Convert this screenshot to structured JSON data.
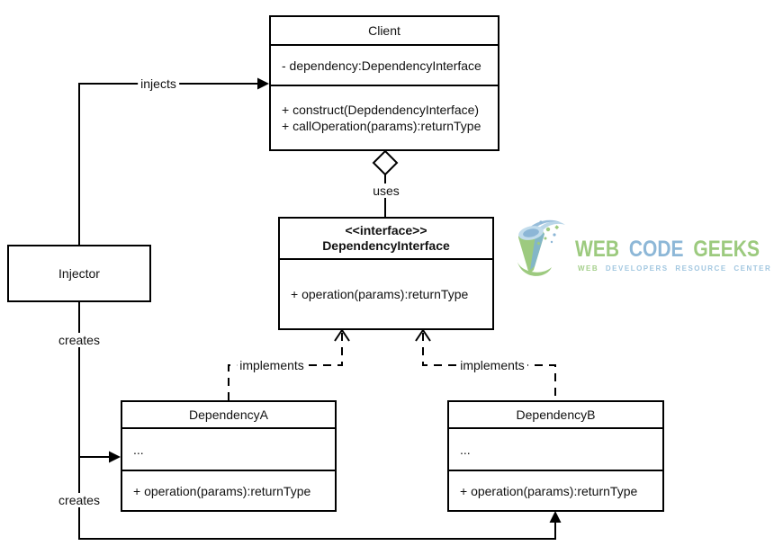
{
  "diagram": {
    "client": {
      "title": "Client",
      "attributes": [
        "- dependency:DependencyInterface"
      ],
      "methods": [
        "+ construct(DepdendencyInterface)",
        "+ callOperation(params):returnType"
      ]
    },
    "interface": {
      "stereotype": "<<interface>>",
      "title": "DependencyInterface",
      "methods": [
        "+ operation(params):returnType"
      ]
    },
    "injector": {
      "title": "Injector"
    },
    "dependency_a": {
      "title": "DependencyA",
      "attributes": [
        "..."
      ],
      "methods": [
        "+ operation(params):returnType"
      ]
    },
    "dependency_b": {
      "title": "DependencyB",
      "attributes": [
        "..."
      ],
      "methods": [
        "+ operation(params):returnType"
      ]
    },
    "labels": {
      "injects": "injects",
      "uses": "uses",
      "creates_top": "creates",
      "creates_bottom": "creates",
      "implements_left": "implements",
      "implements_right": "implements"
    },
    "line_color": "#000000",
    "box_background": "#ffffff"
  },
  "logo": {
    "title_words": [
      {
        "text": "WEB",
        "color": "#9cca7e"
      },
      {
        "text": "CODE",
        "color": "#8db7d7"
      },
      {
        "text": "GEEKS",
        "color": "#9cca7e"
      }
    ],
    "tagline_words": [
      {
        "text": "WEB",
        "color": "#a6d08d"
      },
      {
        "text": "DEVELOPERS",
        "color": "#a2c7e0"
      },
      {
        "text": "RESOURCE",
        "color": "#a2c7e0"
      },
      {
        "text": "CENTER",
        "color": "#a2c7e0"
      }
    ]
  }
}
